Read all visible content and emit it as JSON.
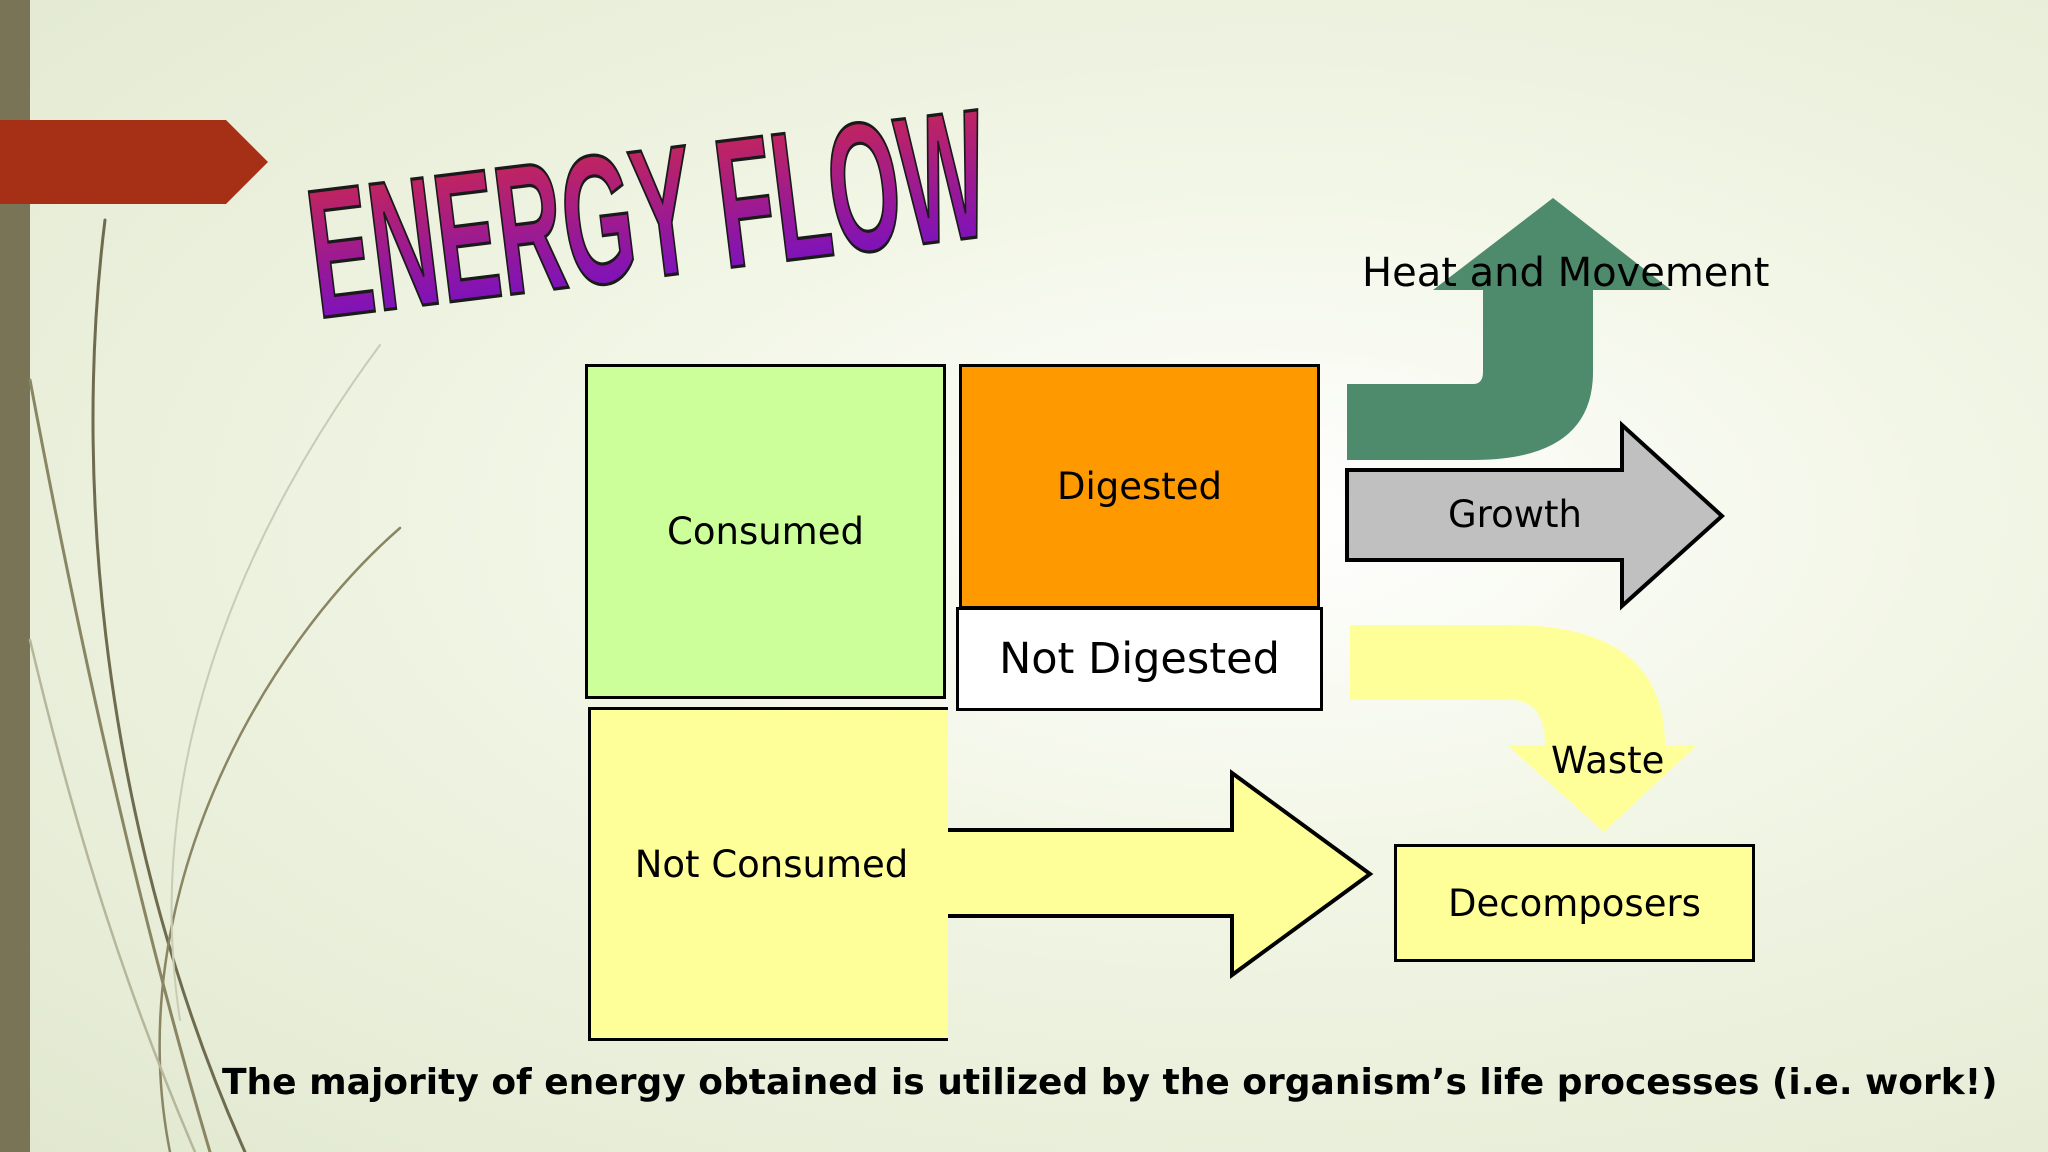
{
  "slide": {
    "title": "ENERGY FLOW",
    "caption": "The majority of energy obtained is utilized by the organism’s life processes (i.e. work!)"
  },
  "diagram": {
    "consumed": "Consumed",
    "digested": "Digested",
    "not_digested": "Not Digested",
    "not_consumed": "Not Consumed",
    "heat_movement": "Heat and Movement",
    "growth": "Growth",
    "waste": "Waste",
    "decomposers": "Decomposers"
  },
  "colors": {
    "sidebar": "#7a7457",
    "accent_arrow": "#a63015",
    "consumed": "#ccff99",
    "digested": "#ff9900",
    "not_digested": "#ffffff",
    "not_consumed": "#ffff99",
    "heat_arrow": "#4e8a6c",
    "growth_arrow": "#c0c0c0",
    "waste_arrow": "#ffff99",
    "decomposers": "#ffff99",
    "title_top": "#d42a45",
    "title_bottom": "#6a0cd6"
  }
}
